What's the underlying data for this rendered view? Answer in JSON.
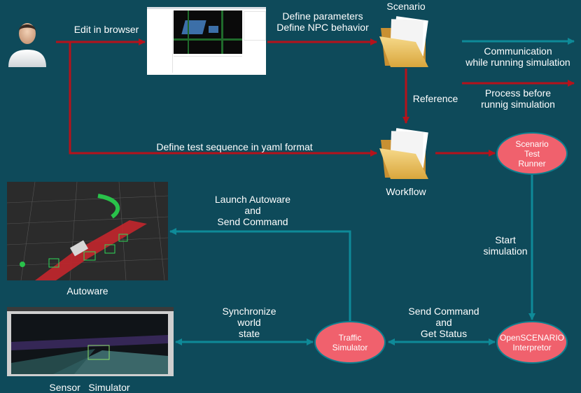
{
  "labels": {
    "edit_in_browser": "Edit in browser",
    "define_params": "Define parameters\nDefine NPC behavior",
    "scenario": "Scenario",
    "reference": "Reference",
    "workflow": "Workflow",
    "define_sequence": "Define test sequence in yaml format",
    "comm_running": "Communication\nwhile running simulation",
    "process_before": "Process before\nrunnig simulation",
    "launch_autoware": "Launch Autoware\nand\nSend Command",
    "autoware": "Autoware",
    "start_simulation": "Start\nsimulation",
    "synchronize": "Synchronize\nworld\nstate",
    "send_command": "Send Command\nand\nGet Status",
    "sensor_simulator": "Sensor   Simulator"
  },
  "nodes": {
    "scenario_test_runner": "Scenario\nTest\nRunner",
    "traffic_simulator": "Traffic\nSimulator",
    "openscenario_interpreter": "OpenSCENARIO\nInterpretor"
  },
  "colors": {
    "background": "#0e4a5a",
    "red_arrow": "#b5121b",
    "teal_arrow": "#0e8a98",
    "node_fill": "#f0616d"
  },
  "icons": {
    "user": "user-avatar-icon",
    "folder": "folder-icon"
  }
}
